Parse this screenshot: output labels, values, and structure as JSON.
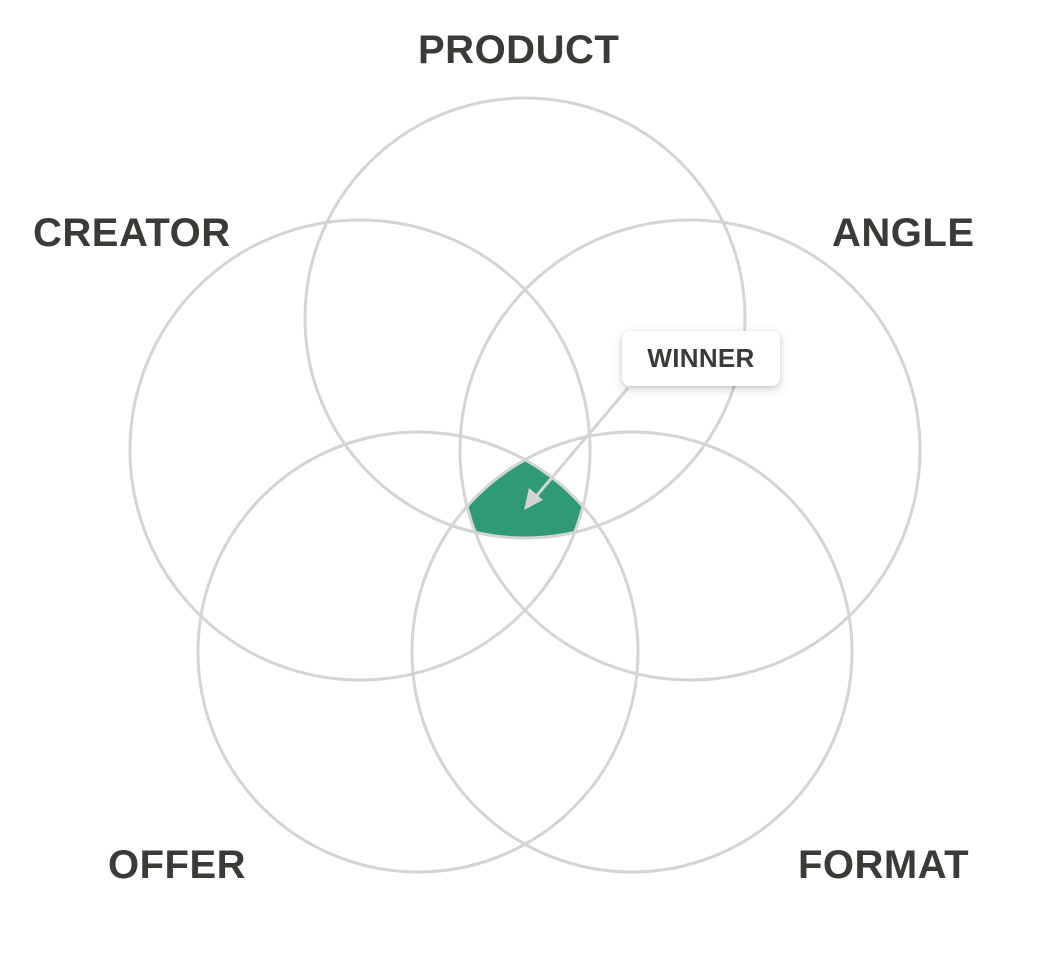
{
  "labels": {
    "product": "PRODUCT",
    "creator": "CREATOR",
    "angle": "ANGLE",
    "offer": "OFFER",
    "format": "FORMAT"
  },
  "callout": {
    "text": "WINNER"
  },
  "colors": {
    "circle_stroke": "#d4d4d4",
    "intersection_fill": "#2e9a77",
    "label_text": "#3a3b36",
    "arrow": "#d4d4d4"
  }
}
